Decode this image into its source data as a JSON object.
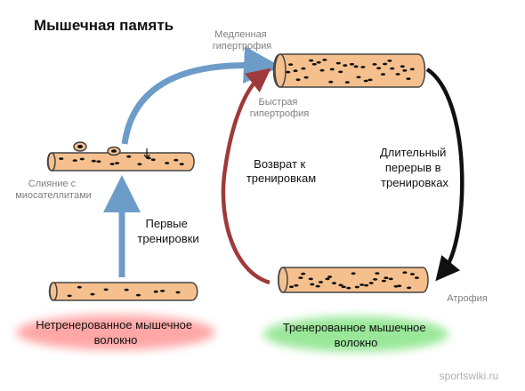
{
  "title": "Мышечная память",
  "labels": {
    "slow_hypertrophy": [
      "Медленная",
      "гипертрофия"
    ],
    "fast_hypertrophy": [
      "Быстрая",
      "гипертрофия"
    ],
    "fusion": [
      "Слияние с",
      "миосателлитами"
    ],
    "first_trainings": [
      "Первые",
      "тренировки"
    ],
    "return_to_training": [
      "Возврат к",
      "тренировкам"
    ],
    "long_break": [
      "Длительный",
      "перерыв в",
      "тренировках"
    ],
    "atrophy": "Атрофия",
    "untrained_fiber": [
      "Нетренерованное мышечное",
      "волокно"
    ],
    "trained_fiber": [
      "Тренерованное мышечное",
      "волокно"
    ]
  },
  "watermark": "sportswiki.ru",
  "colors": {
    "fiber_fill": "#f5c08e",
    "fiber_stroke": "#444444",
    "nucleus": "#111111",
    "blue_arrow": "#6d9cc9",
    "red_arrow": "#a0393a",
    "black_arrow": "#111111",
    "untrained_glow": "#ff8a8a",
    "trained_glow": "#77e077",
    "gray_text": "#808080",
    "watermark": "#b0b0b0"
  }
}
